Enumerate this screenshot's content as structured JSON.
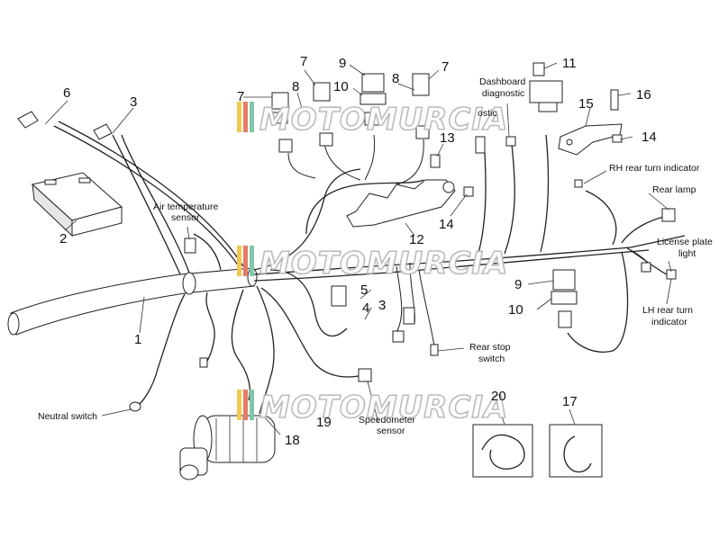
{
  "watermark": {
    "text": "MOTOMURCIA",
    "stripe_colors": [
      "#f2c94c",
      "#e77b6a",
      "#7fc8a9"
    ]
  },
  "labels": {
    "air_temp": [
      "Air temperature",
      "sensor"
    ],
    "neutral": "Neutral switch",
    "speedo": [
      "Speedometer",
      "sensor"
    ],
    "rear_stop": [
      "Rear stop",
      "switch"
    ],
    "dash_diag": [
      "Dashboard",
      "diagnostic"
    ],
    "diag_partial": "ostic",
    "rh_turn": "RH rear turn indicator",
    "rear_lamp": "Rear lamp",
    "plate": [
      "License plate",
      "light"
    ],
    "lh_turn": [
      "LH rear turn",
      "indicator"
    ]
  },
  "numbers": {
    "n1": "1",
    "n2": "2",
    "n3a": "3",
    "n3b": "3",
    "n4": "4",
    "n5": "5",
    "n6": "6",
    "n7a": "7",
    "n7b": "7",
    "n7c": "7",
    "n8a": "8",
    "n8b": "8",
    "n9a": "9",
    "n9b": "9",
    "n10a": "10",
    "n10b": "10",
    "n11": "11",
    "n12": "12",
    "n13": "13",
    "n14a": "14",
    "n14b": "14",
    "n15": "15",
    "n16": "16",
    "n17": "17",
    "n18": "18",
    "n19": "19",
    "n20": "20"
  }
}
